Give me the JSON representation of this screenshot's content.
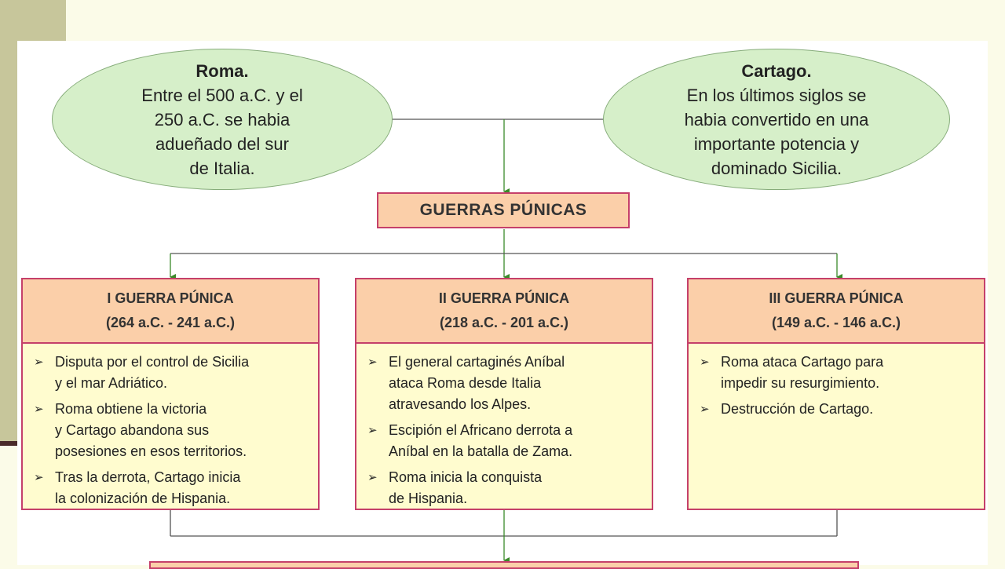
{
  "roma": {
    "title": "Roma.",
    "body": "Entre el 500 a.C. y el\n250 a.C. se habia\nadueñado del sur\nde Italia."
  },
  "cartago": {
    "title": "Cartago.",
    "body": "En los últimos siglos se\nhabia convertido en una\nimportante potencia y\ndominado Sicilia."
  },
  "center": {
    "title": "GUERRAS PÚNICAS"
  },
  "wars": [
    {
      "title": "I GUERRA PÚNICA",
      "dates": "(264 a.C. - 241 a.C.)",
      "items": [
        "Disputa por el control de Sicilia\ny el mar Adriático.",
        "Roma obtiene la victoria\ny Cartago abandona sus\nposesiones en esos territorios.",
        "Tras la derrota, Cartago inicia\nla colonización de Hispania."
      ]
    },
    {
      "title": "II GUERRA PÚNICA",
      "dates": "(218 a.C. - 201 a.C.)",
      "items": [
        "El general cartaginés Aníbal\nataca Roma desde Italia\natravesando los Alpes.",
        "Escipión el Africano derrota a\nAníbal en la batalla de Zama.",
        "Roma inicia la conquista\nde Hispania."
      ]
    },
    {
      "title": "III GUERRA PÚNICA",
      "dates": "(149 a.C. - 146 a.C.)",
      "items": [
        "Roma ataca Cartago para\nimpedir su resurgimiento.",
        "Destrucción de Cartago."
      ]
    }
  ],
  "bullet_glyph": "➢",
  "colors": {
    "ellipse_fill": "#d6efc9",
    "box_fill": "#fbcfa9",
    "box_border": "#c5406a",
    "body_fill": "#fffccf",
    "arrow": "#3a8a2a"
  }
}
